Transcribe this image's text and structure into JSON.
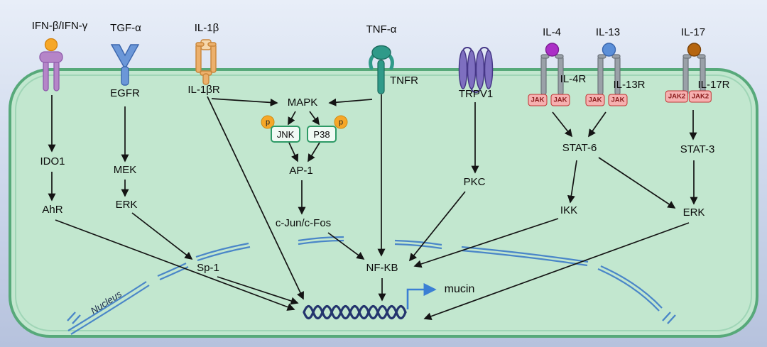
{
  "diagram": {
    "description": "Cell signaling pathway diagram of mucin gene transcription",
    "nodes": {
      "ifn": "IFN-β/IFN-γ",
      "tgfa": "TGF-α",
      "il1b": "IL-1β",
      "tnfa": "TNF-α",
      "il4": "IL-4",
      "il13": "IL-13",
      "il17": "IL-17",
      "egfr": "EGFR",
      "il1br": "IL-1βR",
      "tnfr": "TNFR",
      "trpv1": "TRPV1",
      "il4r": "IL-4R",
      "il13r": "IL-13R",
      "il17r": "IL-17R",
      "jak": "JAK",
      "jak2": "JAK2",
      "mapk": "MAPK",
      "p": "p",
      "jnk": "JNK",
      "p38": "P38",
      "ap1": "AP-1",
      "cjun": "c-Jun/c-Fos",
      "ido1": "IDO1",
      "ahr": "AhR",
      "mek": "MEK",
      "erk": "ERK",
      "sp1": "Sp-1",
      "pkc": "PKC",
      "stat6": "STAT-6",
      "stat3": "STAT-3",
      "ikk": "IKK",
      "erk2": "ERK",
      "nfkb": "NF-KB",
      "mucin": "mucin",
      "nucleus": "Nucleus"
    },
    "edges": [
      [
        "IFN-β/IFN-γ",
        "IDO1"
      ],
      [
        "IDO1",
        "AhR"
      ],
      [
        "AhR",
        "DNA"
      ],
      [
        "EGFR",
        "MEK"
      ],
      [
        "MEK",
        "ERK"
      ],
      [
        "ERK",
        "Sp-1"
      ],
      [
        "Sp-1",
        "DNA"
      ],
      [
        "IL-1βR",
        "MAPK"
      ],
      [
        "IL-1βR",
        "DNA"
      ],
      [
        "TNFR",
        "MAPK"
      ],
      [
        "TNFR",
        "NF-KB"
      ],
      [
        "MAPK",
        "JNK"
      ],
      [
        "MAPK",
        "P38"
      ],
      [
        "JNK",
        "AP-1"
      ],
      [
        "P38",
        "AP-1"
      ],
      [
        "AP-1",
        "c-Jun/c-Fos"
      ],
      [
        "c-Jun/c-Fos",
        "NF-KB"
      ],
      [
        "TRPV1",
        "PKC"
      ],
      [
        "PKC",
        "NF-KB"
      ],
      [
        "IL-4",
        "STAT-6"
      ],
      [
        "IL-13",
        "STAT-6"
      ],
      [
        "STAT-6",
        "IKK"
      ],
      [
        "STAT-6",
        "ERK"
      ],
      [
        "IL-17",
        "STAT-3"
      ],
      [
        "STAT-3",
        "ERK"
      ],
      [
        "IKK",
        "NF-KB"
      ],
      [
        "ERK",
        "DNA"
      ],
      [
        "NF-KB",
        "DNA"
      ],
      [
        "DNA",
        "mucin"
      ]
    ],
    "colors": {
      "background_top": "#e8eef8",
      "background_bottom": "#b6c2dd",
      "cell_fill": "#c2e7cf",
      "cell_border": "#57a97a",
      "arrow": "#141414",
      "nucleus_line": "#4a86c8",
      "dna": "#24356e",
      "mucin_arrow": "#3b7fd4",
      "phospho": "#f6a728",
      "jak_fill": "#f6b0b0",
      "jak_border": "#c23434",
      "kinase_box_border": "#2e9a66",
      "ifn_receptor": "#b585c8",
      "ifn_head": "#f6a728",
      "egfr_receptor": "#6b97d8",
      "il1b_receptor": "#ecb06c",
      "tnfr_receptor": "#2f9a89",
      "trpv1_channel": "#7e6fc0",
      "cytokine_receptor_gray": "#9aa1a8",
      "il4_ligand": "#ab2fc7",
      "il13_ligand": "#5b8fd8",
      "il17_ligand": "#b5650f"
    }
  }
}
